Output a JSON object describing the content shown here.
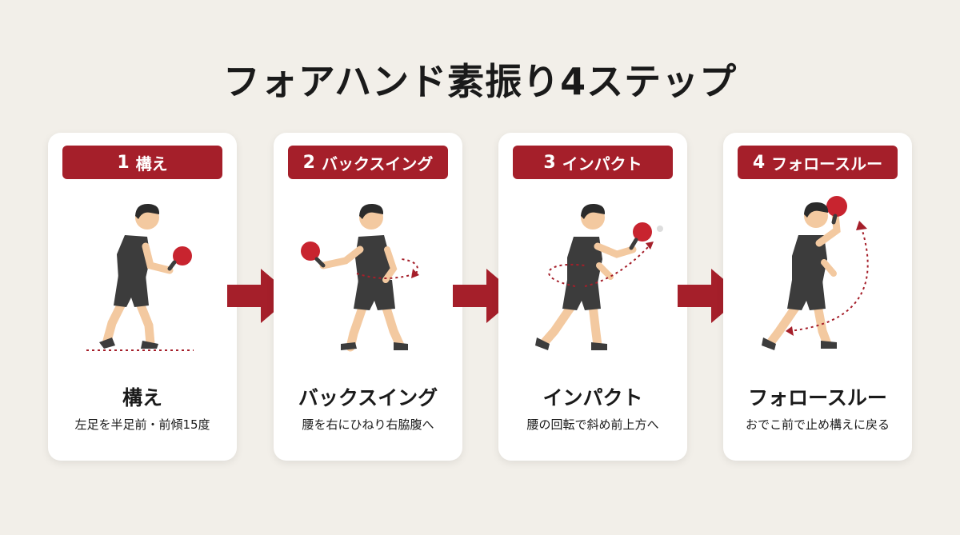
{
  "title": "フォアハンド素振り4ステップ",
  "colors": {
    "accent": "#a51f2a",
    "background": "#f2efe9",
    "card": "#ffffff",
    "skin": "#f3c9a0",
    "shirt": "#3c3c3c",
    "hair": "#2b2b2b"
  },
  "steps": [
    {
      "number": "1",
      "badge": "構え",
      "name": "構え",
      "description": "左足を半足前・前傾15度"
    },
    {
      "number": "2",
      "badge": "バックスイング",
      "name": "バックスイング",
      "description": "腰を右にひねり右脇腹へ"
    },
    {
      "number": "3",
      "badge": "インパクト",
      "name": "インパクト",
      "description": "腰の回転で斜め前上方へ"
    },
    {
      "number": "4",
      "badge": "フォロースルー",
      "name": "フォロースルー",
      "description": "おでこ前で止め構えに戻る"
    }
  ],
  "icons": {
    "figure": "player-icon",
    "paddle": "paddle-icon",
    "arrow": "right-arrow-icon"
  }
}
